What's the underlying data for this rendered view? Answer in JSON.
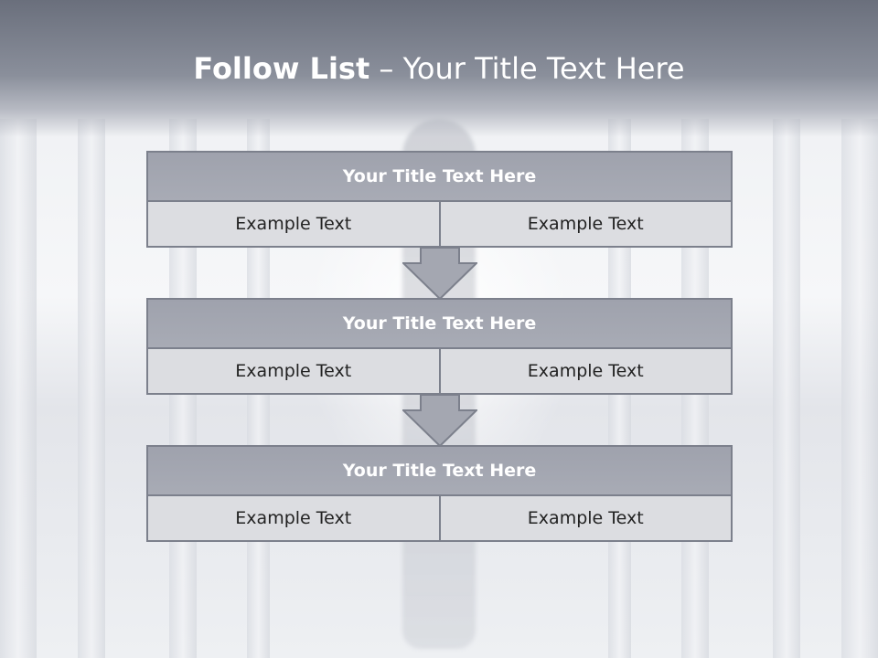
{
  "slide": {
    "title_bold": "Follow List",
    "title_rest": "– Your Title Text Here"
  },
  "blocks": [
    {
      "title": "Your Title Text Here",
      "left": "Example Text",
      "right": "Example Text"
    },
    {
      "title": "Your Title Text Here",
      "left": "Example Text",
      "right": "Example Text"
    },
    {
      "title": "Your Title Text Here",
      "left": "Example Text",
      "right": "Example Text"
    }
  ],
  "colors": {
    "header_fill": "#a4a7b1",
    "cell_fill": "#dcdde1",
    "border": "#7c808c",
    "arrow_fill": "#a4a7b1"
  }
}
